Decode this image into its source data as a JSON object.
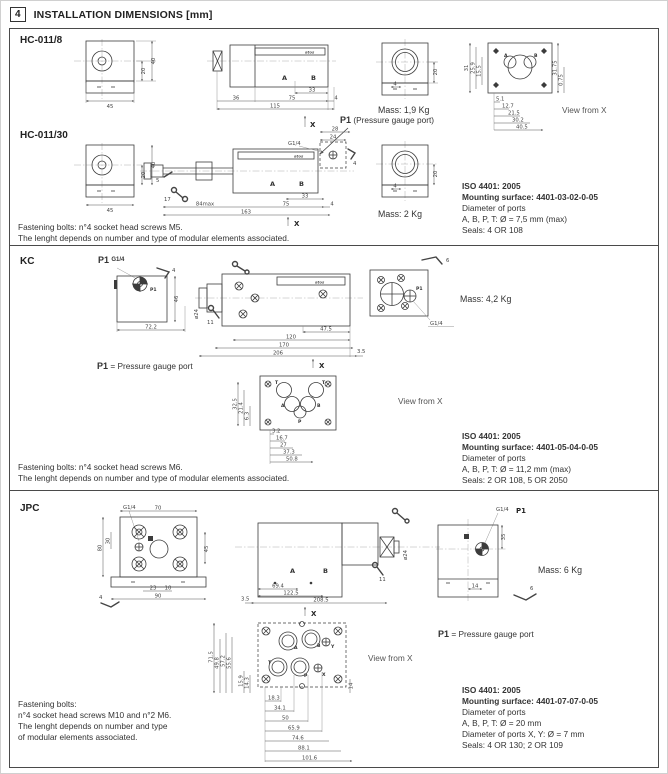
{
  "header": {
    "index": "4",
    "title": "INSTALLATION DIMENSIONS [mm]"
  },
  "common": {
    "view_from_x": "View from X",
    "brand": "atos"
  },
  "hc": {
    "label_8": "HC-011/8",
    "label_30": "HC-011/30",
    "mass_8": "Mass: 1,9 Kg",
    "mass_30": "Mass: 2 Kg",
    "p1_note_bold": "P1",
    "p1_note_rest": " (Pressure gauge port)",
    "front": {
      "w": "45",
      "h_half": "20",
      "h_full": "40"
    },
    "side8": {
      "port_a": "A",
      "port_b": "B",
      "d33": "33",
      "d36": "36",
      "d75": "75",
      "d4": "4",
      "d115": "115",
      "x_mark": "X"
    },
    "end": {
      "d4": "4",
      "d20": "20"
    },
    "vfx": {
      "l1": "31",
      "l2": "25.9",
      "l3": "15.5",
      "b0": "5.1",
      "b1": "12.7",
      "b2": "21.5",
      "b3": "30.2",
      "b4": "40.5",
      "r1": "31.75",
      "r2": "0.75",
      "pa": "A",
      "pb": "B"
    },
    "side30": {
      "k5": "5",
      "w17": "17",
      "d84": "84max",
      "d163": "163",
      "d75": "75",
      "d33": "33",
      "d4": "4",
      "d28": "28",
      "d24": "24",
      "g14": "G1/4",
      "k4": "4",
      "port_a": "A",
      "port_b": "B",
      "x_mark": "X"
    },
    "iso": {
      "l1": "ISO 4401: 2005",
      "l2": "Mounting surface: 4401-03-02-0-05",
      "l3": "Diameter of ports",
      "l4": "A, B, P, T: Ø = 7,5 mm (max)",
      "l5": "Seals: 4 OR 108"
    },
    "fastening": {
      "l1": "Fastening bolts: n°4 socket head screws M5.",
      "l2": "The lenght depends on number and type of modular elements associated."
    }
  },
  "kc": {
    "label": "KC",
    "p1_bold": "P1",
    "g14": "G1/4",
    "p1_small": "P1",
    "mass": "Mass: 4,2 Kg",
    "p1_note_bold": "P1",
    "p1_note_rest": " = Pressure gauge port",
    "left": {
      "d722": "72.2",
      "d46": "46",
      "k4": "4"
    },
    "side": {
      "dia24": "ø24",
      "k11": "11",
      "d475": "47.5",
      "d120": "120",
      "d170": "170",
      "d206": "206",
      "d35": "3.5",
      "x_mark": "X"
    },
    "end": {
      "k6": "6",
      "p1": "P1",
      "g14": "G1/4"
    },
    "vfx": {
      "l1": "32.5",
      "l2": "21.4",
      "l3": "6.3",
      "b1": "3.2",
      "b2": "16.7",
      "b3": "27",
      "b4": "37.3",
      "b5": "50.8",
      "pt1": "T",
      "pt2": "T",
      "pa": "A",
      "pb": "B",
      "pp": "P"
    },
    "iso": {
      "l1": "ISO 4401: 2005",
      "l2": "Mounting surface: 4401-05-04-0-05",
      "l3": "Diameter of ports",
      "l4": "A, B, P, T: Ø = 11,2 mm (max)",
      "l5": "Seals: 2 OR 108, 5 OR 2050"
    },
    "fastening": {
      "l1": "Fastening bolts: n°4 socket head screws M6.",
      "l2": "The lenght depends on number and type of modular elements associated."
    }
  },
  "jpc": {
    "label": "JPC",
    "mass": "Mass: 6 Kg",
    "p1_note_bold": "P1",
    "p1_note_rest": " = Pressure gauge port",
    "top": {
      "g14": "G1/4",
      "d70": "70",
      "d30": "30",
      "d80": "80",
      "d45": "45",
      "d23": "23",
      "d10": "10",
      "d90": "90",
      "k4": "4"
    },
    "side": {
      "pa": "A",
      "pb": "B",
      "d694": "69.4",
      "d1225": "122.5",
      "d2085": "208.5",
      "d35": "3.5",
      "dia24": "ø24",
      "k11": "11",
      "x_mark": "X"
    },
    "end": {
      "g14": "G1/4",
      "p1": "P1",
      "d35": "35",
      "d14": "14",
      "k6": "6"
    },
    "vfx": {
      "l1": "71.5",
      "l2": "49.8",
      "l3": "57.2",
      "l4": "55.6",
      "l5": "15.9",
      "l6": "14.3",
      "r14": "14",
      "b1": "18.3",
      "b2": "34.1",
      "b3": "50",
      "b4": "65.9",
      "b5": "74.6",
      "b6": "88.1",
      "b7": "101.6",
      "pa": "A",
      "pb": "B",
      "pt": "T",
      "pp": "P",
      "px": "X",
      "py": "Y"
    },
    "iso": {
      "l1": "ISO 4401: 2005",
      "l2": "Mounting surface: 4401-07-07-0-05",
      "l3": "Diameter of ports",
      "l4": "A, B, P, T: Ø = 20 mm",
      "l5": "Diameter of ports X, Y: Ø = 7 mm",
      "l6": "Seals: 4 OR 130; 2 OR 109"
    },
    "fastening": {
      "l1": "Fastening bolts:",
      "l2": "n°4 socket head screws M10 and n°2 M6.",
      "l3": "The lenght depends on number and type",
      "l4": "of modular elements associated."
    }
  }
}
